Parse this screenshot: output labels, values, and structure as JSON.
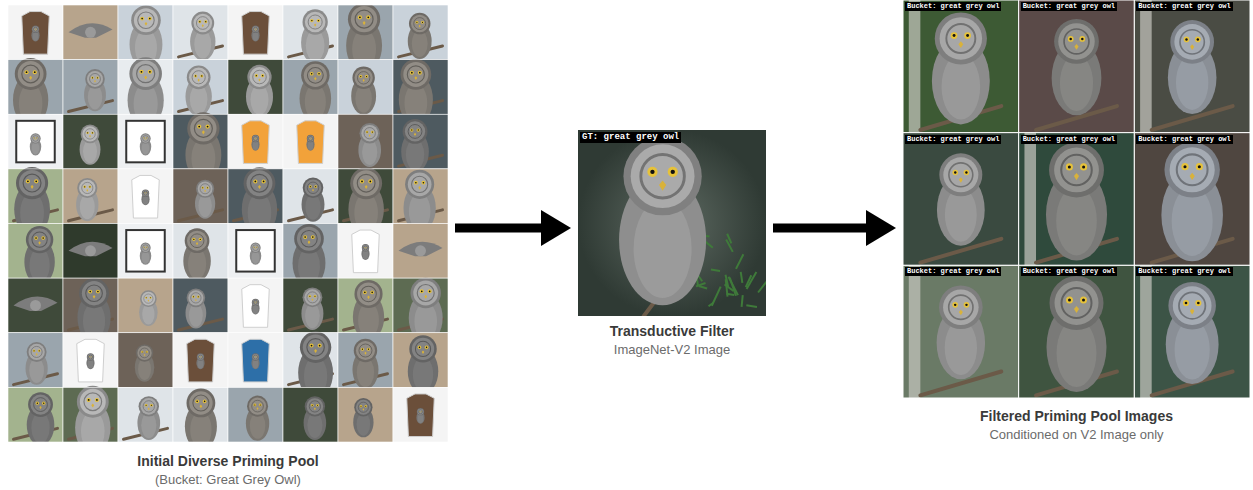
{
  "diagram": {
    "nodes": [
      {
        "text": [
          "Initial Diverse Priming Pool",
          "(Bucket: Great Grey Owl)"
        ]
      },
      {
        "text": [
          "Transductive Filter",
          "ImageNet-V2 Image"
        ]
      },
      {
        "text": [
          "Filtered Priming Pool Images",
          "Conditioned on V2 Image only"
        ]
      }
    ],
    "edges": [
      {
        "from": 0,
        "to": 1,
        "arrow": "to"
      },
      {
        "from": 1,
        "to": 2,
        "arrow": "to"
      }
    ],
    "labels": [
      "GT: great grey owl",
      "Bucket: great grey owl",
      "Bucket: great grey owl",
      "Bucket: great grey owl",
      "Bucket: great grey owl",
      "Bucket: great grey owl",
      "Bucket: great grey owl",
      "Bucket: great grey owl",
      "Bucket: great grey owl",
      "Bucket: great grey owl"
    ]
  }
}
